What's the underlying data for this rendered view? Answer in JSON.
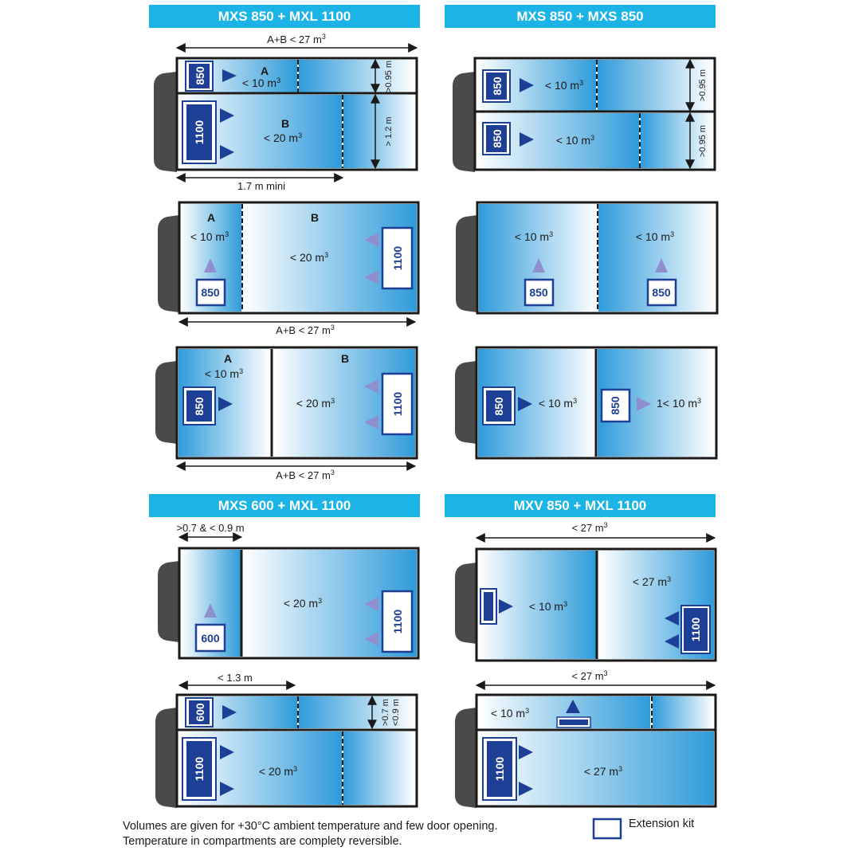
{
  "colors": {
    "header_bg": "#1cb3e6",
    "unit_dark": "#1d3f95",
    "arrow_dark": "#1d3f95",
    "arrow_light": "#8f8fd0",
    "cab": "#4a4a4a",
    "gradient_dark": "#2f9bda",
    "gradient_light": "#ffffff"
  },
  "headers": {
    "mxs850_mxl1100": "MXS 850 + MXL 1100",
    "mxs850_mxs850": "MXS 850 + MXS 850",
    "mxs600_mxl1100": "MXS 600 + MXL 1100",
    "mxv850_mxl1100": "MXV 850 + MXL 1100"
  },
  "labels": {
    "A": "A",
    "B": "B",
    "lt10": "< 10 m",
    "lt20": "< 20 m",
    "lt27": "< 27 m",
    "one_lt10": "1< 10 m",
    "cube": "3",
    "ab_lt27": "A+B < 27 m",
    "gt095": ">0.95 m",
    "gt12": "> 1.2 m",
    "min17": "1.7 m mini",
    "range0709": ">0.7 & < 0.9 m",
    "lt13": "< 1.3 m",
    "gt07": ">0.7 m",
    "lt09": "<0.9 m"
  },
  "units": {
    "u850": "850",
    "u1100": "1100",
    "u600": "600"
  },
  "footer": {
    "line1": "Volumes are given for +30°C ambient temperature and few door opening.",
    "line2": "Temperature in compartments are complety reversible.",
    "legend": "Extension kit"
  }
}
